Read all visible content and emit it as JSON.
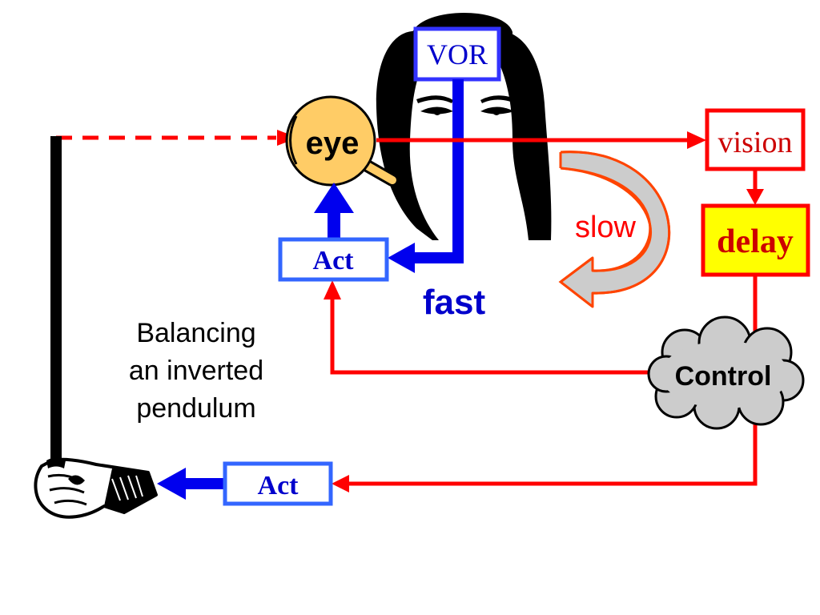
{
  "labels": {
    "vor": "VOR",
    "eye": "eye",
    "vision": "vision",
    "delay": "delay",
    "slow": "slow",
    "fast": "fast",
    "act_top": "Act",
    "act_bottom": "Act",
    "control": "Control",
    "caption_line1": "Balancing",
    "caption_line2": "an inverted",
    "caption_line3": "pendulum"
  },
  "colors": {
    "red_path": "#ff0000",
    "blue_path": "#0000ee",
    "act_border": "#3366ff",
    "act_text": "#0000cc",
    "vor_border": "#3333ff",
    "vor_text": "#0000cc",
    "fast_text": "#0000cc",
    "delay_fill": "#ffff00",
    "delay_text": "#cc0000",
    "vision_text": "#cc0000",
    "slow_text": "#ff0000",
    "slow_arrow_stroke": "#ff4400",
    "slow_arrow_fill": "#cccccc",
    "eye_fill": "#ffcc66",
    "cloud_fill": "#cccccc",
    "hair": "#000000",
    "pendulum": "#000000"
  },
  "icons": {
    "face": "woman-face-icon",
    "hand": "hand-icon",
    "eye": "eyeball-icon",
    "cloud": "cloud-icon"
  }
}
